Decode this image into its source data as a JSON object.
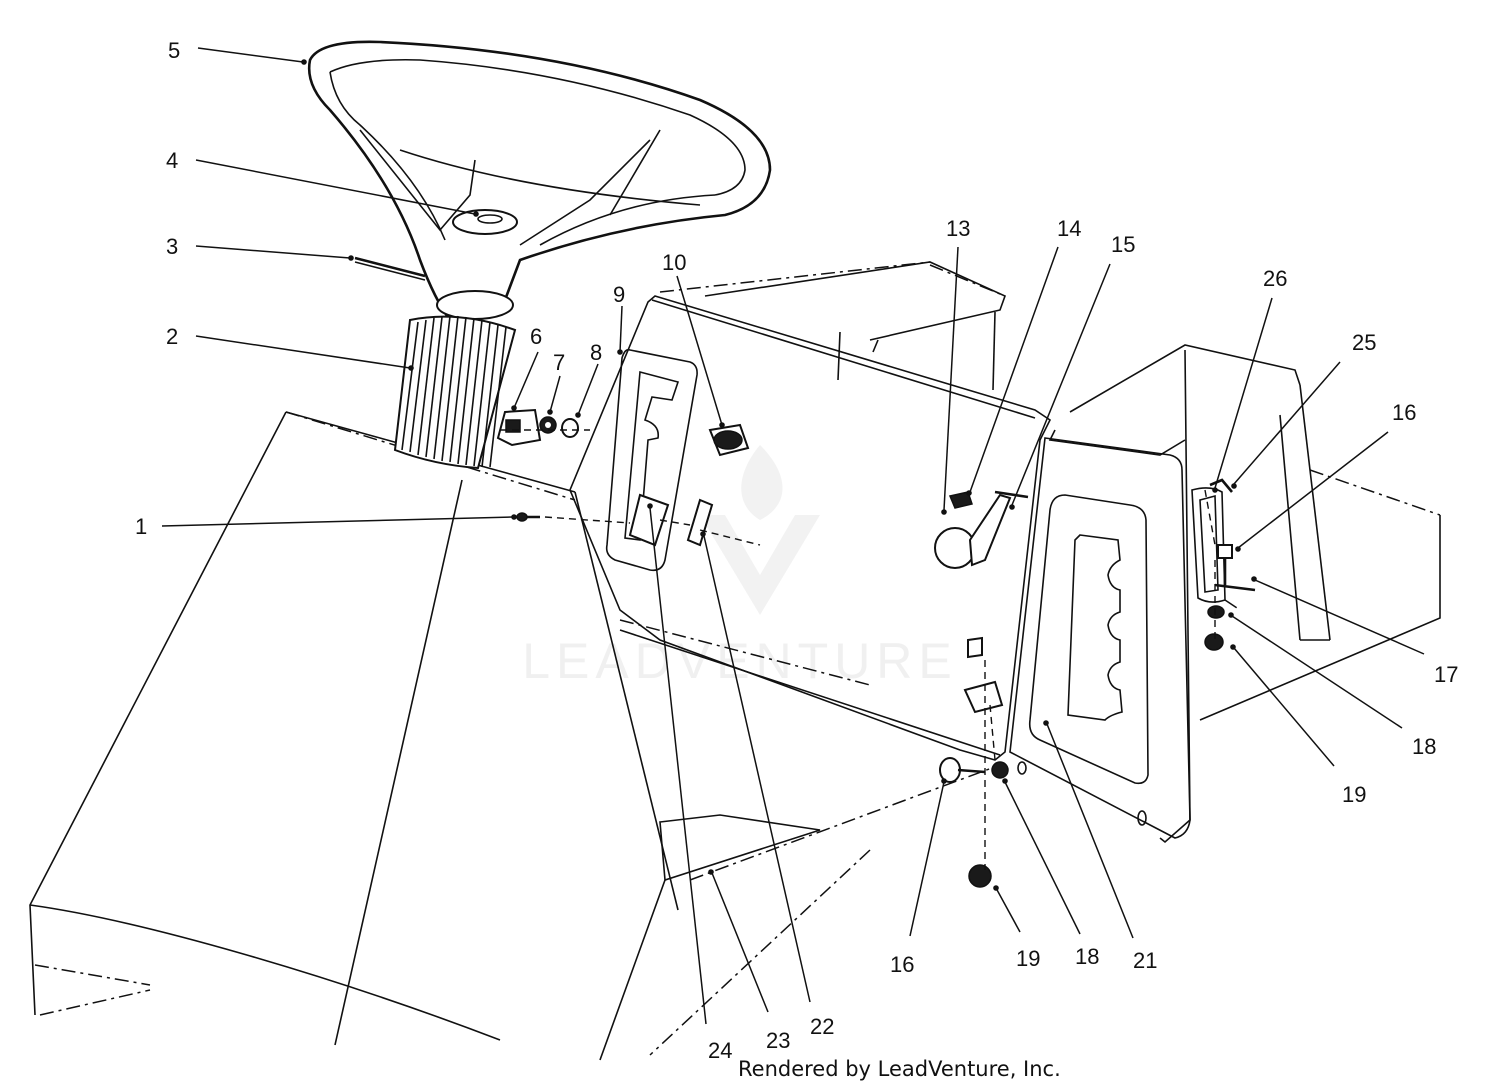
{
  "callouts": [
    {
      "id": "1",
      "text": "1"
    },
    {
      "id": "2",
      "text": "2"
    },
    {
      "id": "3",
      "text": "3"
    },
    {
      "id": "4",
      "text": "4"
    },
    {
      "id": "5",
      "text": "5"
    },
    {
      "id": "6",
      "text": "6"
    },
    {
      "id": "7",
      "text": "7"
    },
    {
      "id": "8",
      "text": "8"
    },
    {
      "id": "9",
      "text": "9"
    },
    {
      "id": "10",
      "text": "10"
    },
    {
      "id": "13",
      "text": "13"
    },
    {
      "id": "14",
      "text": "14"
    },
    {
      "id": "15",
      "text": "15"
    },
    {
      "id": "16a",
      "text": "16"
    },
    {
      "id": "16b",
      "text": "16"
    },
    {
      "id": "17",
      "text": "17"
    },
    {
      "id": "18a",
      "text": "18"
    },
    {
      "id": "18b",
      "text": "18"
    },
    {
      "id": "19a",
      "text": "19"
    },
    {
      "id": "19b",
      "text": "19"
    },
    {
      "id": "21",
      "text": "21"
    },
    {
      "id": "22",
      "text": "22"
    },
    {
      "id": "23",
      "text": "23"
    },
    {
      "id": "24",
      "text": "24"
    },
    {
      "id": "25",
      "text": "25"
    },
    {
      "id": "26",
      "text": "26"
    }
  ],
  "watermark": {
    "text": "LEADVENTURE"
  },
  "footer": {
    "text": "Rendered by LeadVenture, Inc."
  }
}
